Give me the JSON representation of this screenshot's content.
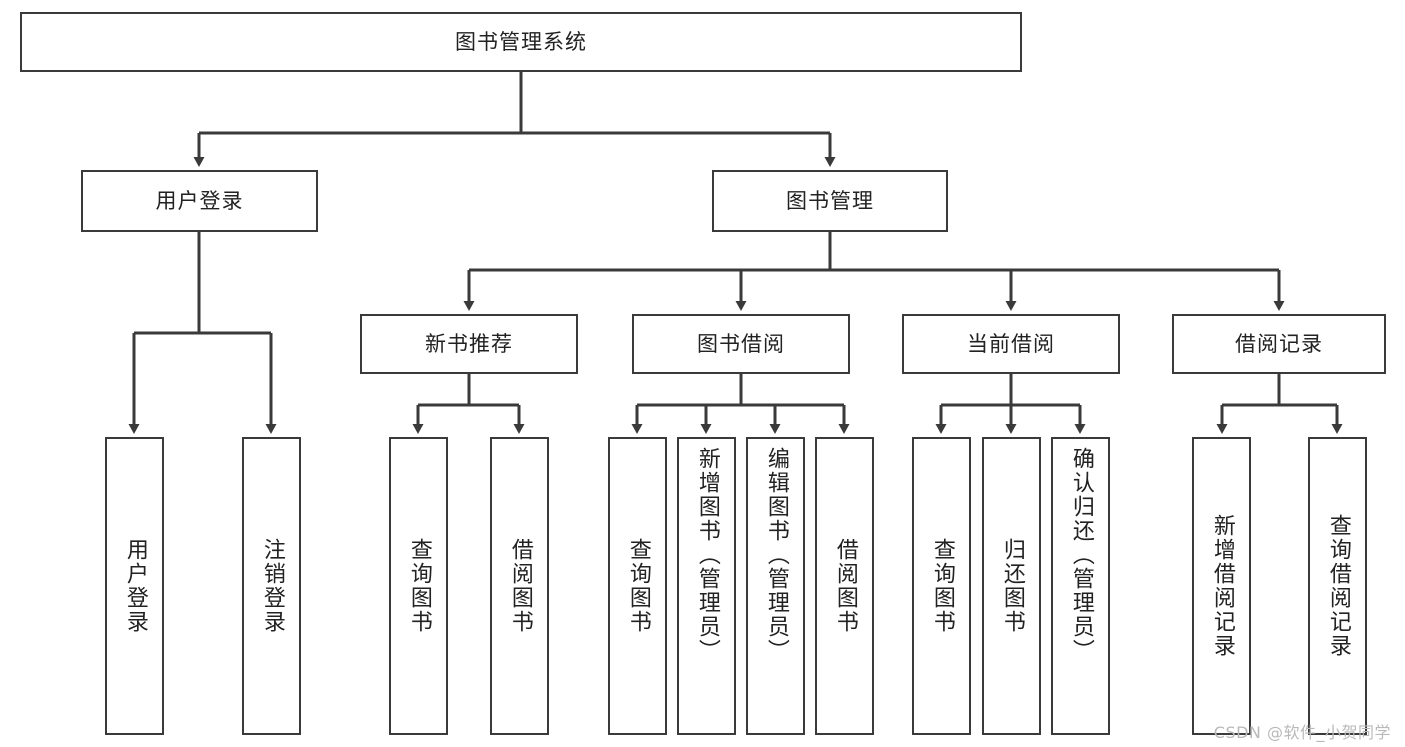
{
  "diagram": {
    "title": "图书管理系统",
    "type": "hierarchy-tree",
    "root": {
      "label": "图书管理系统"
    },
    "level2": [
      {
        "id": "user-login",
        "label": "用户登录"
      },
      {
        "id": "book-manage",
        "label": "图书管理"
      }
    ],
    "level3": [
      {
        "id": "new-book-recommend",
        "label": "新书推荐",
        "parent": "book-manage"
      },
      {
        "id": "book-borrow",
        "label": "图书借阅",
        "parent": "book-manage"
      },
      {
        "id": "current-borrow",
        "label": "当前借阅",
        "parent": "book-manage"
      },
      {
        "id": "borrow-record",
        "label": "借阅记录",
        "parent": "book-manage"
      }
    ],
    "leaves": {
      "user-login": [
        {
          "id": "leaf-user-login",
          "label": "用户登录"
        },
        {
          "id": "leaf-logout-login",
          "label": "注销登录"
        }
      ],
      "new-book-recommend": [
        {
          "id": "leaf-query-book-1",
          "label": "查询图书"
        },
        {
          "id": "leaf-borrow-book-1",
          "label": "借阅图书"
        }
      ],
      "book-borrow": [
        {
          "id": "leaf-query-book-2",
          "label": "查询图书"
        },
        {
          "id": "leaf-add-book",
          "label": "新增图书（管理员）"
        },
        {
          "id": "leaf-edit-book",
          "label": "编辑图书（管理员）"
        },
        {
          "id": "leaf-borrow-book-2",
          "label": "借阅图书"
        }
      ],
      "current-borrow": [
        {
          "id": "leaf-query-book-3",
          "label": "查询图书"
        },
        {
          "id": "leaf-return-book",
          "label": "归还图书"
        },
        {
          "id": "leaf-confirm-return",
          "label": "确认归还（管理员）"
        }
      ],
      "borrow-record": [
        {
          "id": "leaf-add-record",
          "label": "新增借阅记录"
        },
        {
          "id": "leaf-query-record",
          "label": "查询借阅记录"
        }
      ]
    }
  },
  "watermark": {
    "text": "CSDN @软件_小贺同学"
  },
  "colors": {
    "stroke": "#3a3a3a",
    "background": "#ffffff",
    "text": "#222222",
    "watermark": "#b9b9b9"
  }
}
